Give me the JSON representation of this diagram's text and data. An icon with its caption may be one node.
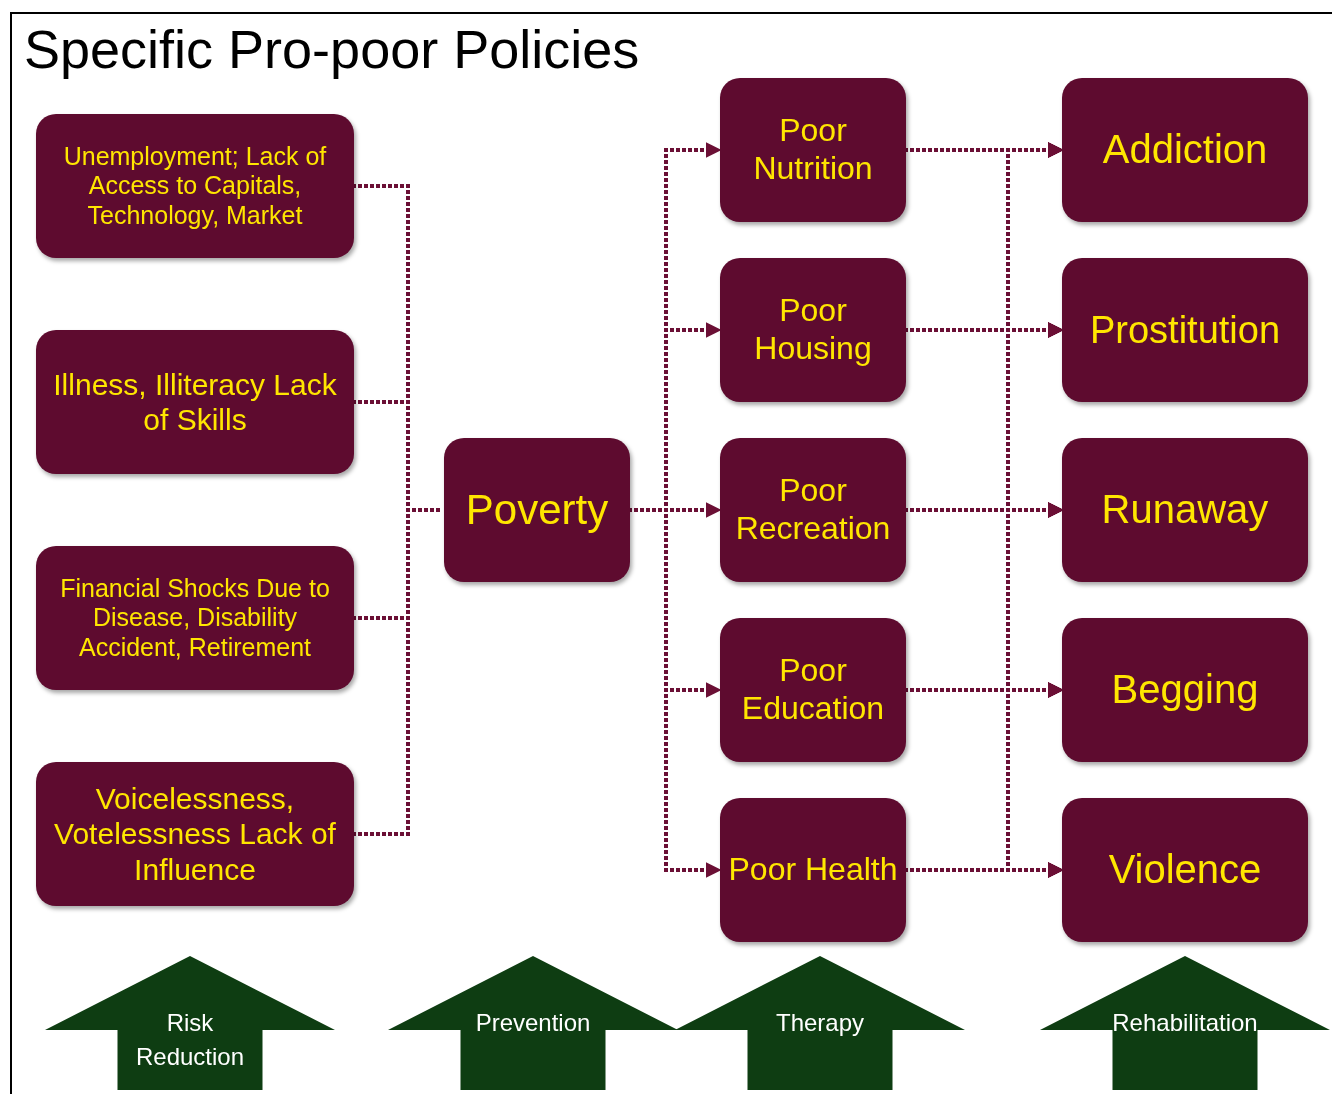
{
  "diagram": {
    "title": "Specific Pro-poor Policies",
    "nodes": [
      {
        "text": [
          "Unemployment; Lack of Access to Capitals, Technology, Market"
        ]
      },
      {
        "text": [
          "Illness, Illiteracy Lack of Skills"
        ]
      },
      {
        "text": [
          "Financial Shocks Due to Disease, Disability Accident, Retirement"
        ]
      },
      {
        "text": [
          "Voicelessness, Votelessness Lack of Influence"
        ]
      },
      {
        "text": [
          "Poverty"
        ]
      },
      {
        "text": [
          "Poor Nutrition"
        ]
      },
      {
        "text": [
          "Poor Housing"
        ]
      },
      {
        "text": [
          "Poor Recreation"
        ]
      },
      {
        "text": [
          "Poor Education"
        ]
      },
      {
        "text": [
          "Poor Health"
        ]
      },
      {
        "text": [
          "Addiction"
        ]
      },
      {
        "text": [
          "Prostitution"
        ]
      },
      {
        "text": [
          "Runaway"
        ]
      },
      {
        "text": [
          "Begging"
        ]
      },
      {
        "text": [
          "Violence"
        ]
      },
      {
        "text": [
          "Risk Reduction"
        ]
      },
      {
        "text": [
          "Prevention"
        ]
      },
      {
        "text": [
          "Therapy"
        ]
      },
      {
        "text": [
          "Rehabilitation"
        ]
      }
    ],
    "edges": [
      {
        "from": 0,
        "to": 4,
        "arrow": "none",
        "style": "dashed"
      },
      {
        "from": 1,
        "to": 4,
        "arrow": "none",
        "style": "dashed"
      },
      {
        "from": 2,
        "to": 4,
        "arrow": "none",
        "style": "dashed"
      },
      {
        "from": 3,
        "to": 4,
        "arrow": "none",
        "style": "dashed"
      },
      {
        "from": 4,
        "to": 5,
        "arrow": "to",
        "style": "dashed"
      },
      {
        "from": 4,
        "to": 6,
        "arrow": "to",
        "style": "dashed"
      },
      {
        "from": 4,
        "to": 7,
        "arrow": "to",
        "style": "dashed"
      },
      {
        "from": 4,
        "to": 8,
        "arrow": "to",
        "style": "dashed"
      },
      {
        "from": 4,
        "to": 9,
        "arrow": "to",
        "style": "dashed"
      },
      {
        "from": 5,
        "to": 10,
        "arrow": "to",
        "style": "dashed"
      },
      {
        "from": 5,
        "to": 11,
        "arrow": "to",
        "style": "dashed"
      },
      {
        "from": 5,
        "to": 12,
        "arrow": "to",
        "style": "dashed"
      },
      {
        "from": 5,
        "to": 13,
        "arrow": "to",
        "style": "dashed"
      },
      {
        "from": 5,
        "to": 14,
        "arrow": "to",
        "style": "dashed"
      },
      {
        "from": 6,
        "to": 10,
        "arrow": "to",
        "style": "dashed"
      },
      {
        "from": 6,
        "to": 11,
        "arrow": "to",
        "style": "dashed"
      },
      {
        "from": 6,
        "to": 12,
        "arrow": "to",
        "style": "dashed"
      },
      {
        "from": 6,
        "to": 13,
        "arrow": "to",
        "style": "dashed"
      },
      {
        "from": 6,
        "to": 14,
        "arrow": "to",
        "style": "dashed"
      },
      {
        "from": 7,
        "to": 10,
        "arrow": "to",
        "style": "dashed"
      },
      {
        "from": 7,
        "to": 11,
        "arrow": "to",
        "style": "dashed"
      },
      {
        "from": 7,
        "to": 12,
        "arrow": "to",
        "style": "dashed"
      },
      {
        "from": 7,
        "to": 13,
        "arrow": "to",
        "style": "dashed"
      },
      {
        "from": 7,
        "to": 14,
        "arrow": "to",
        "style": "dashed"
      },
      {
        "from": 8,
        "to": 10,
        "arrow": "to",
        "style": "dashed"
      },
      {
        "from": 8,
        "to": 11,
        "arrow": "to",
        "style": "dashed"
      },
      {
        "from": 8,
        "to": 12,
        "arrow": "to",
        "style": "dashed"
      },
      {
        "from": 8,
        "to": 13,
        "arrow": "to",
        "style": "dashed"
      },
      {
        "from": 8,
        "to": 14,
        "arrow": "to",
        "style": "dashed"
      },
      {
        "from": 9,
        "to": 10,
        "arrow": "to",
        "style": "dashed"
      },
      {
        "from": 9,
        "to": 11,
        "arrow": "to",
        "style": "dashed"
      },
      {
        "from": 9,
        "to": 12,
        "arrow": "to",
        "style": "dashed"
      },
      {
        "from": 9,
        "to": 13,
        "arrow": "to",
        "style": "dashed"
      },
      {
        "from": 9,
        "to": 14,
        "arrow": "to",
        "style": "dashed"
      }
    ]
  }
}
